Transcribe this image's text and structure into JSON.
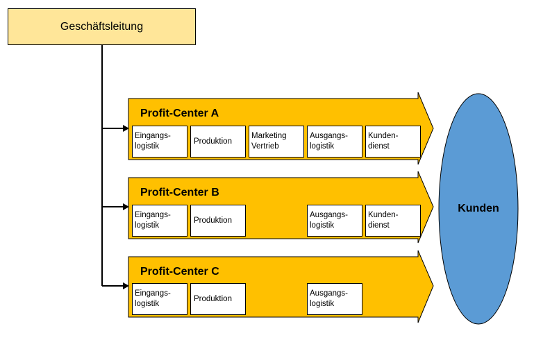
{
  "management": {
    "label": "Geschäftsleitung"
  },
  "customers": {
    "label": "Kunden"
  },
  "colors": {
    "management_fill": "#ffe699",
    "profit_center_fill": "#ffc000",
    "customers_fill": "#5b9bd5",
    "line": "#000000"
  },
  "profit_centers": [
    {
      "title": "Profit-Center A",
      "cells": [
        "Eingangs-\nlogistik",
        "Produktion",
        "Marketing\nVertrieb",
        "Ausgangs-\nlogistik",
        "Kunden-\ndienst"
      ]
    },
    {
      "title": "Profit-Center B",
      "cells": [
        "Eingangs-\nlogistik",
        "Produktion",
        "",
        "Ausgangs-\nlogistik",
        "Kunden-\ndienst"
      ]
    },
    {
      "title": "Profit-Center C",
      "cells": [
        "Eingangs-\nlogistik",
        "Produktion",
        "",
        "Ausgangs-\nlogistik",
        ""
      ]
    }
  ]
}
